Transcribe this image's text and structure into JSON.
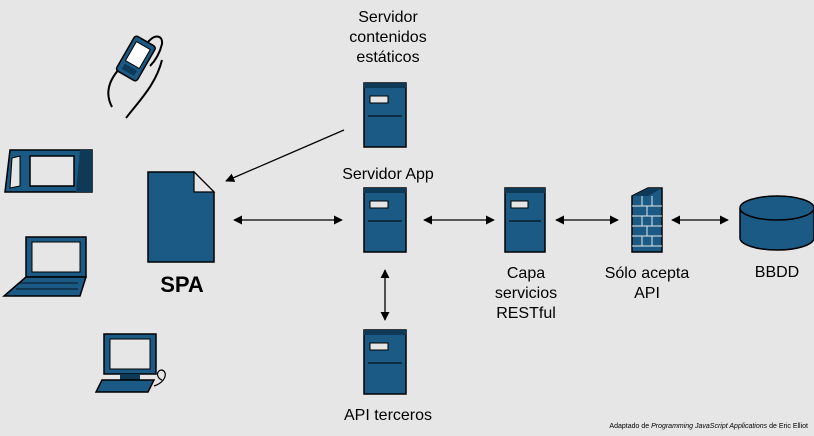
{
  "labels": {
    "static_server": [
      "Servidor",
      "contenidos",
      "estáticos"
    ],
    "app_server": "Servidor App",
    "spa": "SPA",
    "rest": [
      "Capa",
      "servicios",
      "RESTful"
    ],
    "api_only": [
      "Sólo acepta",
      "API"
    ],
    "db": "BBDD",
    "third_party": "API terceros"
  },
  "credit": {
    "prefix": "Adaptado de ",
    "book": "Programming JavaScript Applications",
    "suffix": " de Eric Elliot"
  },
  "colors": {
    "background": "#e6e6e6",
    "icon_fill": "#1a5a85",
    "icon_dark": "#0f3a57",
    "line": "#000000"
  },
  "icons": [
    "handheld-device-icon",
    "tablet-icon",
    "laptop-icon",
    "desktop-computer-icon",
    "document-icon",
    "server-icon",
    "firewall-icon",
    "database-icon"
  ]
}
